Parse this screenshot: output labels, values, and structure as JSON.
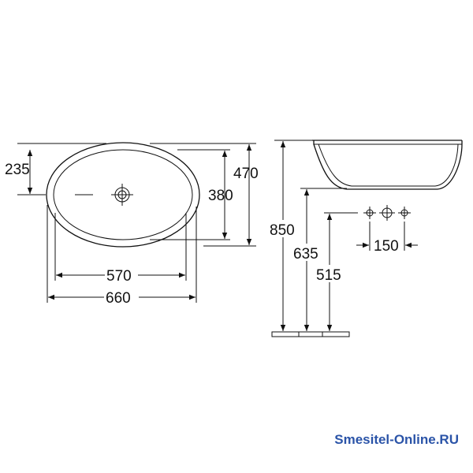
{
  "dimensions": {
    "depth_to_drain": "235",
    "outer_depth": "470",
    "inner_depth": "380",
    "inner_width": "570",
    "outer_width": "660",
    "rim_height": "850",
    "bottom_height": "635",
    "tap_height": "515",
    "tap_spacing": "150"
  },
  "watermark": "Smesitel-Online.RU",
  "colors": {
    "line": "#111111",
    "watermark": "#2b54a8"
  }
}
